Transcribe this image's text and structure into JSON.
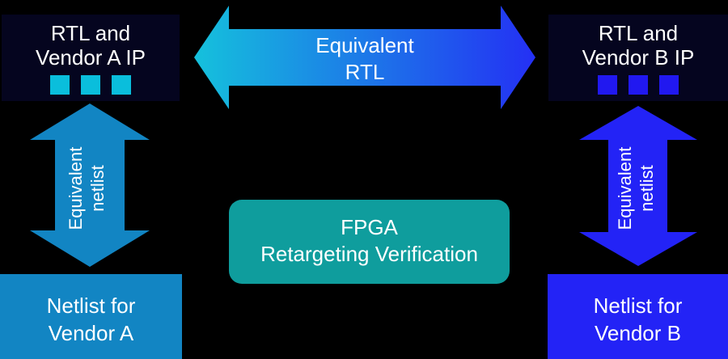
{
  "blocks": {
    "rtl_vendor_a": {
      "line1": "RTL and",
      "line2": "Vendor A IP"
    },
    "rtl_vendor_b": {
      "line1": "RTL and",
      "line2": "Vendor B IP"
    },
    "netlist_vendor_a": {
      "line1": "Netlist for",
      "line2": "Vendor A"
    },
    "netlist_vendor_b": {
      "line1": "Netlist for",
      "line2": "Vendor B"
    },
    "fpga_center": {
      "line1": "FPGA",
      "line2": "Retargeting Verification"
    }
  },
  "arrows": {
    "equivalent_rtl": {
      "line1": "Equivalent",
      "line2": "RTL"
    },
    "equivalent_netlist_left": {
      "line1": "Equivalent",
      "line2": "netlist"
    },
    "equivalent_netlist_right": {
      "line1": "Equivalent",
      "line2": "netlist"
    }
  },
  "colors": {
    "background": "#000000",
    "dark_box": "#05051f",
    "vendor_a_blue": "#1285c3",
    "vendor_a_square_cyan": "#0abedc",
    "vendor_b_blue": "#2323f6",
    "vendor_b_square_blue": "#2118f0",
    "rtl_gradient_start": "#15c1dc",
    "rtl_gradient_end": "#2430f4",
    "center_teal": "#0f9d9d",
    "text_white": "#ffffff"
  }
}
